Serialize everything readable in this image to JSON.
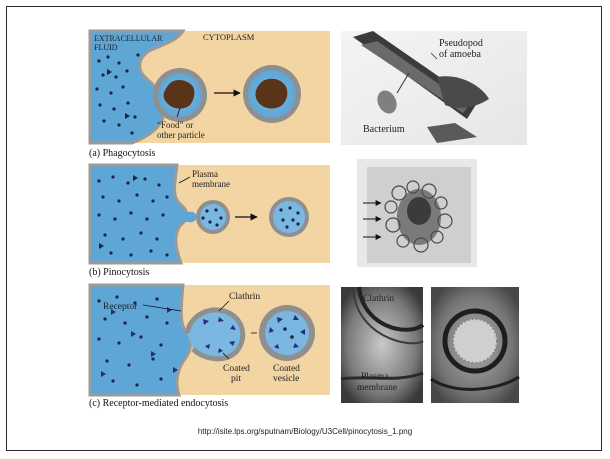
{
  "panel_a": {
    "region_left": "EXTRACELLULAR FLUID",
    "region_left_l1": "EXTRACELLULAR",
    "region_left_l2": "FLUID",
    "region_right": "CYTOPLASM",
    "food_label_l1": "“Food” or",
    "food_label_l2": "other particle",
    "caption": "(a) Phagocytosis",
    "photo_label_pseudopod_l1": "Pseudopod",
    "photo_label_pseudopod_l2": "of amoeba",
    "photo_label_bacterium": "Bacterium"
  },
  "panel_b": {
    "membrane_l1": "Plasma",
    "membrane_l2": "membrane",
    "caption": "(b) Pinocytosis"
  },
  "panel_c": {
    "receptor": "Receptor",
    "clathrin": "Clathrin",
    "coated_pit_l1": "Coated",
    "coated_pit_l2": "pit",
    "coated_vesicle_l1": "Coated",
    "coated_vesicle_l2": "vesicle",
    "caption": "(c) Receptor-mediated endocytosis",
    "photo_clathrin": "Clathrin",
    "photo_membrane_l1": "Plasma",
    "photo_membrane_l2": "membrane"
  },
  "source_url": "http://isite.lps.org/sputnam/Biology/U3Cell/pinocytosis_1.png",
  "colors": {
    "fluid_blue": "#5ea6d6",
    "cytoplasm_tan": "#f2d5a2",
    "membrane_gray": "#9a9a9a",
    "food_brown": "#5a3418",
    "particle_dark": "#1b2540",
    "receptor_navy": "#2b2c7a"
  }
}
